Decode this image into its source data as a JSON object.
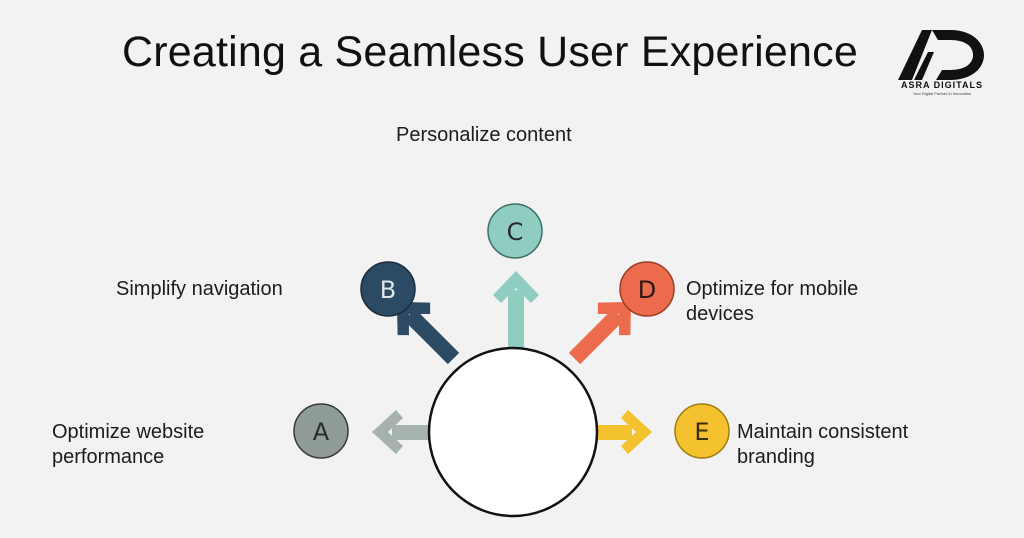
{
  "title": "Creating a Seamless User Experience",
  "brand": {
    "name": "ASRA DIGITALS",
    "tagline": "Your Digital Partner in Innovation"
  },
  "center_hub": {
    "shape": "circle",
    "color": "#ffffff",
    "border": "#111111"
  },
  "nodes": [
    {
      "letter": "A",
      "label": "Optimize website performance",
      "label_lines": [
        "Optimize website",
        "performance"
      ],
      "color": "#8f9c98",
      "arrow_color": "#a6b2ad",
      "direction": "left"
    },
    {
      "letter": "B",
      "label": "Simplify navigation",
      "label_lines": [
        "Simplify navigation"
      ],
      "color": "#2c4a63",
      "arrow_color": "#2c4a63",
      "direction": "upper-left"
    },
    {
      "letter": "C",
      "label": "Personalize content",
      "label_lines": [
        "Personalize content"
      ],
      "color": "#8ecdc0",
      "arrow_color": "#8ecdc0",
      "direction": "up"
    },
    {
      "letter": "D",
      "label": "Optimize for mobile devices",
      "label_lines": [
        "Optimize for mobile",
        "devices"
      ],
      "color": "#ec6b4d",
      "arrow_color": "#ec6b4d",
      "direction": "upper-right"
    },
    {
      "letter": "E",
      "label": "Maintain consistent branding",
      "label_lines": [
        "Maintain consistent",
        "branding"
      ],
      "color": "#f4c22e",
      "arrow_color": "#f4c22e",
      "direction": "right"
    }
  ]
}
